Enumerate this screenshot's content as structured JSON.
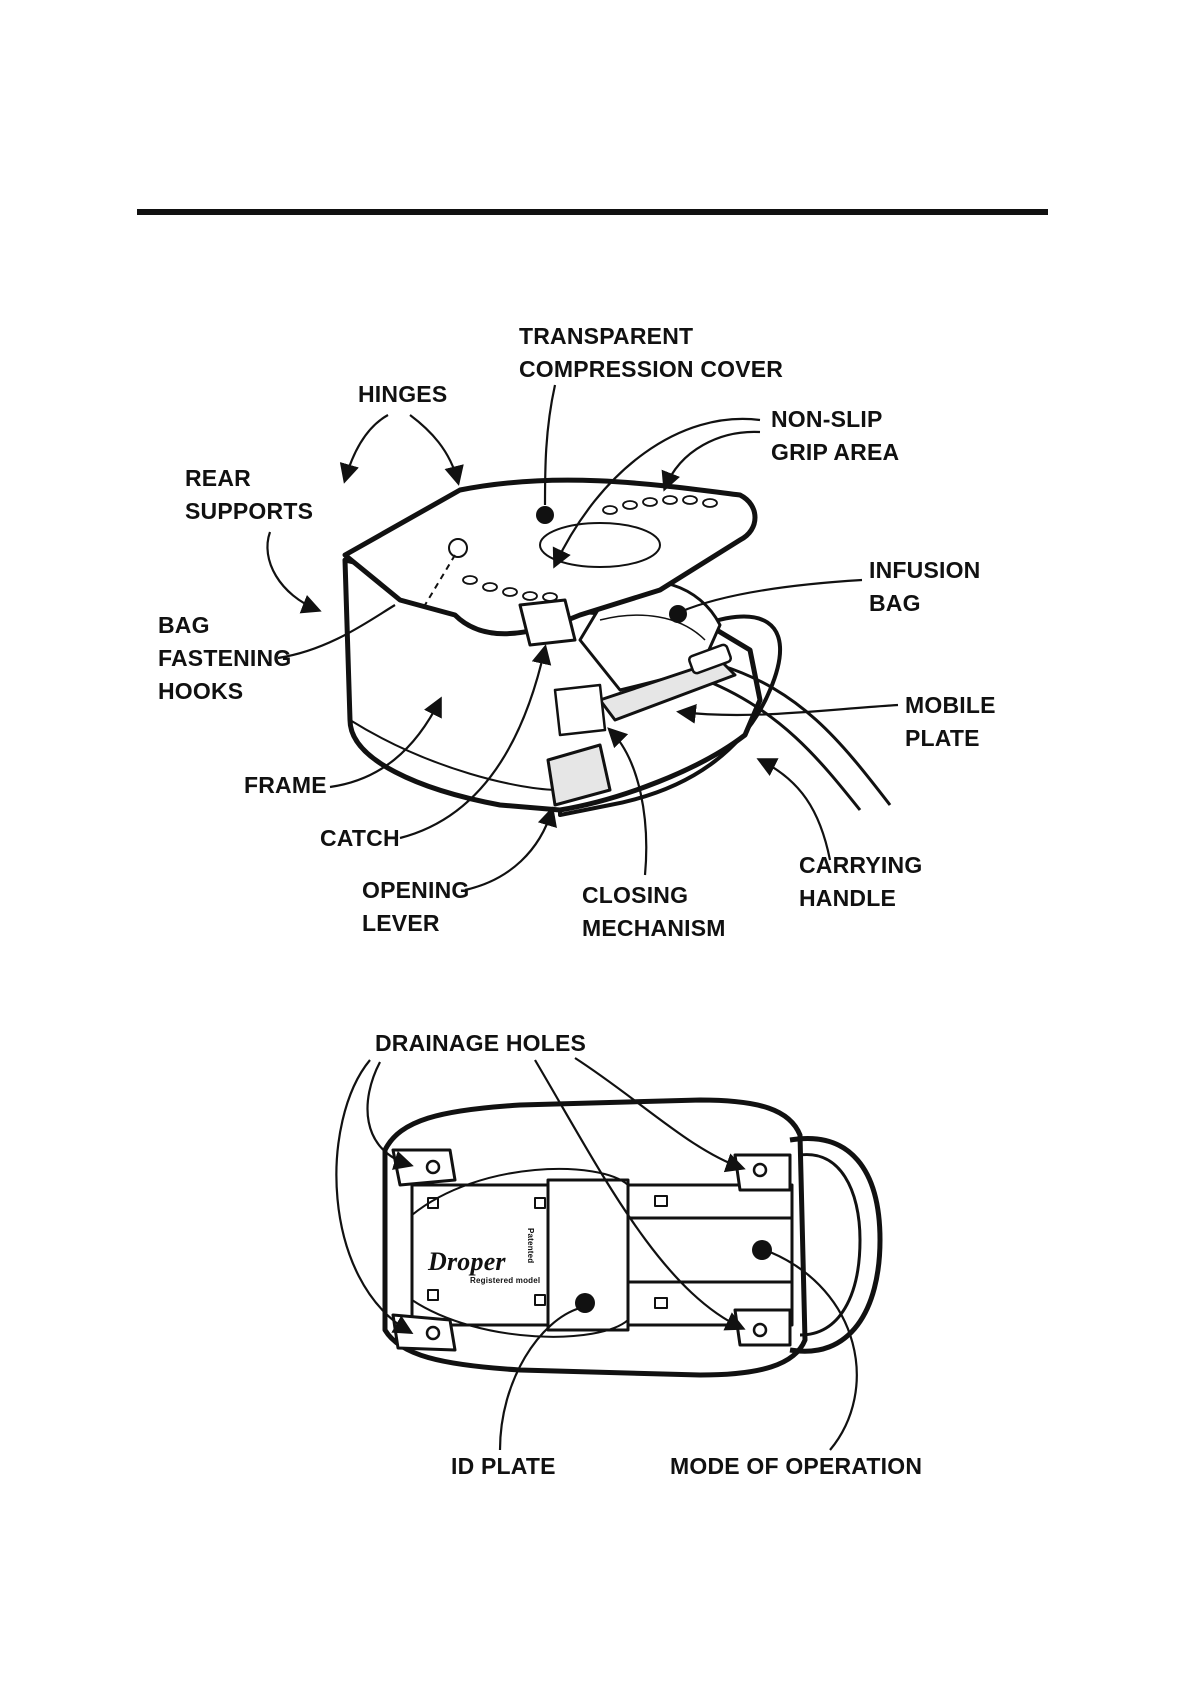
{
  "colors": {
    "ink": "#111111",
    "paper": "#ffffff",
    "shade": "#d9d9d9"
  },
  "top_view": {
    "labels": {
      "transparent_compression_cover": [
        "TRANSPARENT",
        "COMPRESSION COVER"
      ],
      "hinges": [
        "HINGES"
      ],
      "non_slip_grip_area": [
        "NON-SLIP",
        "GRIP AREA"
      ],
      "rear_supports": [
        "REAR",
        "SUPPORTS"
      ],
      "infusion_bag": [
        "INFUSION",
        "BAG"
      ],
      "bag_fastening_hooks": [
        "BAG",
        "FASTENING",
        "HOOKS"
      ],
      "mobile_plate": [
        "MOBILE",
        "PLATE"
      ],
      "frame": [
        "FRAME"
      ],
      "catch": [
        "CATCH"
      ],
      "carrying_handle": [
        "CARRYING",
        "HANDLE"
      ],
      "opening_lever": [
        "OPENING",
        "LEVER"
      ],
      "closing_mechanism": [
        "CLOSING",
        "MECHANISM"
      ]
    }
  },
  "bottom_view": {
    "labels": {
      "drainage_holes": [
        "DRAINAGE HOLES"
      ],
      "id_plate": [
        "ID PLATE"
      ],
      "mode_of_operation": [
        "MODE OF OPERATION"
      ]
    },
    "logo": {
      "brand": "Droper",
      "registered": "Registered model",
      "patented": "Patented"
    }
  }
}
